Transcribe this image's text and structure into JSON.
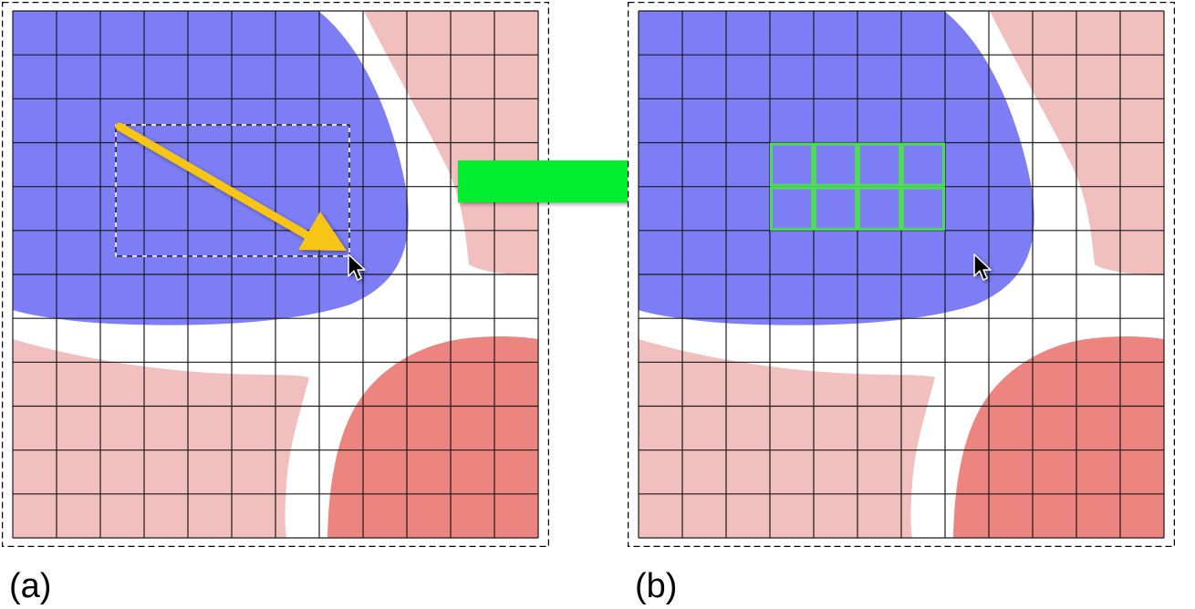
{
  "colors": {
    "blue_region": "#7d7df6",
    "light_red_region": "#f2bfbf",
    "red_region": "#ec8580",
    "separator": "#ffffff",
    "grid_line": "#1a1a1a",
    "drag_arrow": "#f6c512",
    "transition_arrow": "#00ee2e",
    "selected_cells": "#4cdc56"
  },
  "icons": {
    "cursor": "mouse-pointer-icon",
    "drag": "drag-arrow-icon",
    "transition": "right-arrow-icon"
  },
  "panels": [
    {
      "caption": "(a)",
      "action": "rectangle-selection-drag"
    },
    {
      "caption": "(b)",
      "action": "selected-cells-highlighted"
    }
  ],
  "grid": {
    "columns": 12,
    "rows": 12
  },
  "selection": {
    "columns": 4,
    "rows": 2
  }
}
